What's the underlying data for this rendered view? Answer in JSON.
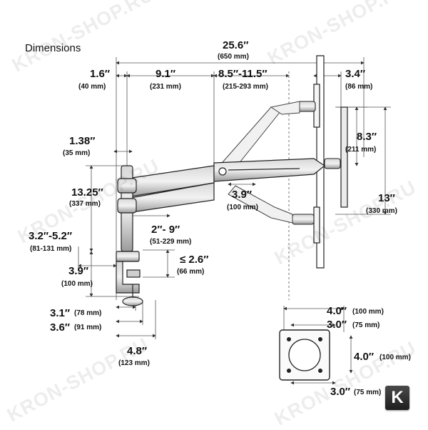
{
  "title": "Dimensions",
  "watermark": "KRON-SHOP.RU",
  "logo_letter": "K",
  "dims": {
    "overall_width": {
      "in": "25.6″",
      "mm": "(650 mm)"
    },
    "pole_offset": {
      "in": "1.6″",
      "mm": "(40 mm)"
    },
    "arm_segment": {
      "in": "9.1″",
      "mm": "(231 mm)"
    },
    "extension": {
      "in": "8.5″-11.5″",
      "mm": "(215-293 mm)"
    },
    "vesa_depth": {
      "in": "3.4″",
      "mm": "(86 mm)"
    },
    "monitor_lift": {
      "in": "8.3″",
      "mm": "(211 mm)"
    },
    "pole_diameter": {
      "in": "1.38″",
      "mm": "(35 mm)"
    },
    "pole_height": {
      "in": "13.25″",
      "mm": "(337 mm)"
    },
    "tilt_offset": {
      "in": "3.9″",
      "mm": "(100 mm)"
    },
    "total_lift": {
      "in": "13″",
      "mm": "(330 mm)"
    },
    "arm_spacing": {
      "in": "2″- 9″",
      "mm": "(51-229 mm)"
    },
    "clamp_reach": {
      "in": "3.2″-5.2″",
      "mm": "(81-131 mm)"
    },
    "desk_thickness": {
      "in": "≤ 2.6″",
      "mm": "(66 mm)"
    },
    "clamp_height": {
      "in": "3.9″",
      "mm": "(100 mm)"
    },
    "clamp_depth_a": {
      "in": "3.1″",
      "mm": "(78 mm)"
    },
    "clamp_depth_b": {
      "in": "3.6″",
      "mm": "(91 mm)"
    },
    "base_width": {
      "in": "4.8″",
      "mm": "(123 mm)"
    }
  },
  "vesa": {
    "width_100": {
      "in": "4.0″",
      "mm": "(100 mm)"
    },
    "width_75": {
      "in": "3.0″",
      "mm": "(75 mm)"
    },
    "height_100": {
      "in": "4.0″",
      "mm": "(100 mm)"
    },
    "bottom_75": {
      "in": "3.0″",
      "mm": "(75 mm)"
    }
  }
}
